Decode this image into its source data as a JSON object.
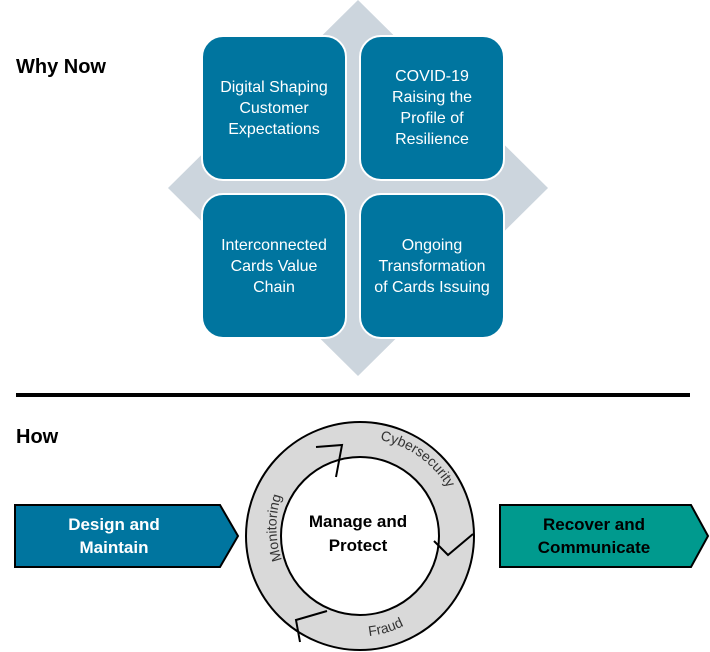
{
  "why_now": {
    "title": "Why Now",
    "tiles": [
      {
        "lines": [
          "Digital Shaping",
          "Customer",
          "Expectations"
        ]
      },
      {
        "lines": [
          "COVID-19",
          "Raising the",
          "Profile of",
          "Resilience"
        ]
      },
      {
        "lines": [
          "Interconnected",
          "Cards Value",
          "Chain"
        ]
      },
      {
        "lines": [
          "Ongoing",
          "Transformation",
          "of Cards Issuing"
        ]
      }
    ]
  },
  "how": {
    "title": "How",
    "left_arrow": {
      "lines": [
        "Design and",
        "Maintain"
      ],
      "color": "#00759f"
    },
    "right_arrow": {
      "lines": [
        "Recover and",
        "Communicate"
      ],
      "color": "#009a8e"
    },
    "cycle": {
      "center": [
        "Manage and",
        "Protect"
      ],
      "segments": [
        "Cybersecurity",
        "Fraud",
        "Monitoring"
      ]
    }
  },
  "colors": {
    "tile": "#00759f",
    "diamond": "#ccd5dd",
    "ring": "#d9d9d9"
  }
}
